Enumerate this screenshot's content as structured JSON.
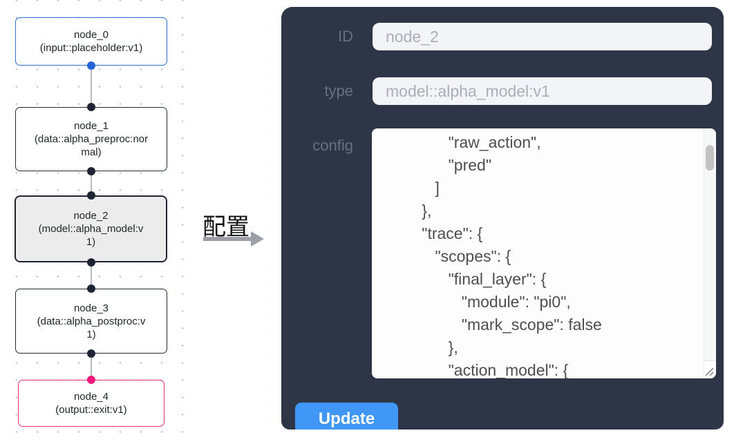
{
  "flow": {
    "nodes": [
      {
        "title": "node_0",
        "subtitle": "(input::placeholder:v1)",
        "accent": "blue",
        "selected": false
      },
      {
        "title": "node_1",
        "subtitle": "(data::alpha_preproc:normal)",
        "accent": "default",
        "selected": false
      },
      {
        "title": "node_2",
        "subtitle": "(model::alpha_model:v1)",
        "accent": "default",
        "selected": true
      },
      {
        "title": "node_3",
        "subtitle": "(data::alpha_postproc:v1)",
        "accent": "default",
        "selected": false
      },
      {
        "title": "node_4",
        "subtitle": "(output::exit:v1)",
        "accent": "pink",
        "selected": false
      }
    ],
    "edges": [
      {
        "from": "node_0",
        "to": "node_1"
      },
      {
        "from": "node_1",
        "to": "node_2"
      },
      {
        "from": "node_2",
        "to": "node_3"
      },
      {
        "from": "node_3",
        "to": "node_4"
      }
    ]
  },
  "annotation": {
    "label": "配置"
  },
  "panel": {
    "fields": {
      "id": {
        "label": "ID",
        "value": "node_2"
      },
      "type": {
        "label": "type",
        "value": "model::alpha_model:v1"
      },
      "config": {
        "label": "config",
        "lines": [
          "                 \"raw_action\",",
          "                 \"pred\"",
          "              ]",
          "           },",
          "           \"trace\": {",
          "              \"scopes\": {",
          "                 \"final_layer\": {",
          "                    \"module\": \"pi0\",",
          "                    \"mark_scope\": false",
          "                 },",
          "                 \"action_model\": {"
        ]
      }
    },
    "update_label": "Update"
  },
  "colors": {
    "panel_bg": "#2d3547",
    "accent_blue": "#2b6bd5",
    "accent_pink": "#ee2e7b",
    "selected_node_bg": "#ececec",
    "button_blue": "#4197f6",
    "port_dark": "#1e2433"
  }
}
